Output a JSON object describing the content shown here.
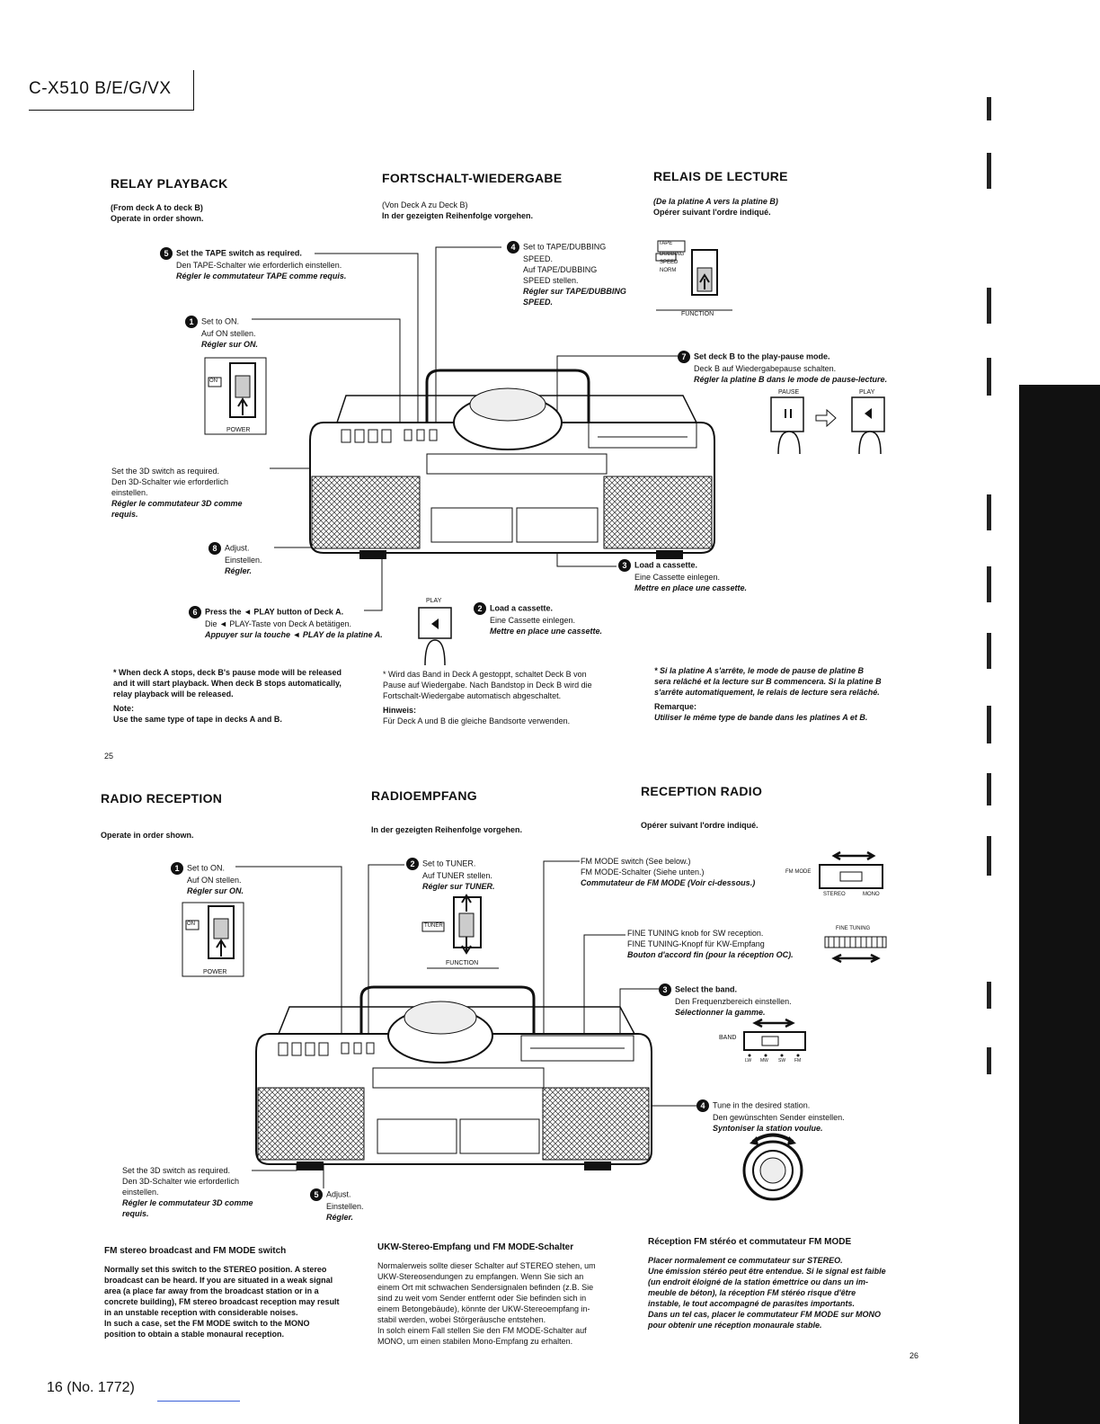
{
  "header": {
    "model": "C-X510 B/E/G/VX"
  },
  "relay": {
    "en_title": "RELAY PLAYBACK",
    "de_title": "FORTSCHALT-WIEDERGABE",
    "fr_title": "RELAIS DE LECTURE",
    "en_sub1": "(From deck A to deck B)",
    "en_sub2": "Operate in order shown.",
    "de_sub1": "(Von Deck A zu Deck B)",
    "de_sub2": "In der gezeigten Reihenfolge vorgehen.",
    "fr_sub1": "(De la platine A vers la platine B)",
    "fr_sub2": "Opérer suivant l'ordre indiqué.",
    "step5": {
      "num": "5",
      "en": "Set the TAPE switch as required.",
      "de": "Den TAPE-Schalter wie erforderlich einstellen.",
      "fr": "Régler le commutateur TAPE comme requis."
    },
    "step4": {
      "num": "4",
      "en1": "Set to TAPE/DUBBING",
      "en2": "SPEED.",
      "de1": "Auf TAPE/DUBBING",
      "de2": "SPEED stellen.",
      "fr1": "Régler sur TAPE/DUBBING",
      "fr2": "SPEED."
    },
    "step1": {
      "num": "1",
      "en": "Set to ON.",
      "de": "Auf ON stellen.",
      "fr": "Régler sur ON."
    },
    "step7": {
      "num": "7",
      "en": "Set deck B to the play-pause mode.",
      "de": "Deck B auf Wiedergabepause schalten.",
      "fr": "Régler la platine B dans le mode de pause-lecture."
    },
    "step3d": {
      "en": "Set the 3D switch as required.",
      "de1": "Den 3D-Schalter wie erforderlich",
      "de2": "einstellen.",
      "fr1": "Régler le commutateur 3D comme",
      "fr2": "requis."
    },
    "step8": {
      "num": "8",
      "en": "Adjust.",
      "de": "Einstellen.",
      "fr": "Régler."
    },
    "step3": {
      "num": "3",
      "en": "Load a cassette.",
      "de": "Eine Cassette einlegen.",
      "fr": "Mettre en place une cassette."
    },
    "step6": {
      "num": "6",
      "en": "Press the ◄ PLAY button of Deck A.",
      "de": "Die ◄ PLAY-Taste von Deck A betätigen.",
      "fr": "Appuyer sur la touche ◄ PLAY de la platine A."
    },
    "step2": {
      "num": "2",
      "en": "Load a cassette.",
      "de": "Eine Cassette einlegen.",
      "fr": "Mettre en place une cassette."
    },
    "labels": {
      "tape": "TAPE",
      "dubbing": "DUBBING",
      "speed": "SPEED",
      "norm": "NORM",
      "function": "FUNCTION",
      "on": "ON",
      "power": "POWER",
      "pause": "PAUSE",
      "play": "PLAY",
      "play2": "PLAY"
    },
    "note_en1": "* When deck A stops, deck B's pause mode will be released",
    "note_en2": "and it will start playback. When deck B stops automatically,",
    "note_en3": "relay playback will be released.",
    "note_en_h": "Note:",
    "note_en4": "Use the same type of tape in decks A and B.",
    "note_de1": "* Wird das Band in Deck A gestoppt, schaltet Deck B von",
    "note_de2": "Pause auf Wiedergabe. Nach Bandstop in Deck B wird die",
    "note_de3": "Fortschalt-Wiedergabe automatisch abgeschaltet.",
    "note_de_h": "Hinweis:",
    "note_de4": "Für Deck A und B die gleiche Bandsorte verwenden.",
    "note_fr1": "* Si la platine A s'arrête, le mode de pause de platine B",
    "note_fr2": "sera relâché et la lecture sur B commencera. Si la platine B",
    "note_fr3": "s'arrête automatiquement, le relais de lecture sera relâché.",
    "note_fr_h": "Remarque:",
    "note_fr4": "Utiliser le même type de bande dans les platines A et B.",
    "page_left": "25"
  },
  "radio": {
    "en_title": "RADIO RECEPTION",
    "de_title": "RADIOEMPFANG",
    "fr_title": "RECEPTION RADIO",
    "en_sub": "Operate in order shown.",
    "de_sub": "In der gezeigten Reihenfolge vorgehen.",
    "fr_sub": "Opérer suivant l'ordre indiqué.",
    "step1": {
      "num": "1",
      "en": "Set to ON.",
      "de": "Auf ON stellen.",
      "fr": "Régler sur ON."
    },
    "step2": {
      "num": "2",
      "en": "Set to TUNER.",
      "de": "Auf TUNER stellen.",
      "fr": "Régler sur TUNER."
    },
    "fmmode": {
      "en": "FM MODE switch (See below.)",
      "de": "FM MODE-Schalter (Siehe unten.)",
      "fr": "Commutateur de FM MODE (Voir ci-dessous.)"
    },
    "fine": {
      "en": "FINE TUNING knob for SW reception.",
      "de": "FINE TUNING-Knopf für KW-Empfang",
      "fr": "Bouton d'accord fin (pour la réception OC)."
    },
    "step3": {
      "num": "3",
      "en": "Select the band.",
      "de": "Den Frequenzbereich einstellen.",
      "fr": "Sélectionner la gamme."
    },
    "step4": {
      "num": "4",
      "en": "Tune in the desired station.",
      "de": "Den gewünschten Sender einstellen.",
      "fr": "Syntoniser la station voulue."
    },
    "step3d": {
      "en": "Set the 3D switch as required.",
      "de1": "Den 3D-Schalter wie erforderlich",
      "de2": "einstellen.",
      "fr1": "Régler le commutateur 3D comme",
      "fr2": "requis."
    },
    "step5": {
      "num": "5",
      "en": "Adjust.",
      "de": "Einstellen.",
      "fr": "Régler."
    },
    "labels": {
      "fm_mode": "FM MODE",
      "stereo": "STEREO",
      "mono": "MONO",
      "fine_tuning": "FINE TUNING",
      "band": "BAND",
      "lw": "LW",
      "mw": "MW",
      "sw": "SW",
      "fm": "FM",
      "tuner": "TUNER",
      "function": "FUNCTION",
      "on": "ON",
      "power": "POWER"
    },
    "fm_en_title": "FM stereo broadcast and FM MODE switch",
    "fm_en_body": [
      "Normally set this switch to the STEREO position. A stereo",
      "broadcast can be heard. If you are situated in a weak signal",
      "area (a place far away from the broadcast station or in a",
      "concrete building), FM stereo broadcast reception may result",
      "in an unstable reception with considerable noises.",
      "In such a case, set the FM MODE switch to the MONO",
      "position to obtain a stable monaural reception."
    ],
    "fm_de_title": "UKW-Stereo-Empfang und FM MODE-Schalter",
    "fm_de_body": [
      "Normalerweis sollte dieser Schalter auf STEREO stehen, um",
      "UKW-Stereosendungen zu empfangen. Wenn Sie sich an",
      "einem Ort mit schwachen Sendersignalen befinden (z.B. Sie",
      "sind zu weit vom Sender entfernt oder Sie befinden sich in",
      "einem Betongebäude), könnte der UKW-Stereoempfang in-",
      "stabil werden, wobei Störgeräusche entstehen.",
      "In solch einem Fall stellen Sie den FM MODE-Schalter auf",
      "MONO, um einen stabilen Mono-Empfang zu erhalten."
    ],
    "fm_fr_title": "Réception FM stéréo et commutateur FM MODE",
    "fm_fr_body": [
      "Placer normalement ce commutateur sur STEREO.",
      "Une émission stéréo peut être entendue. Si le signal est faible",
      "(un endroit éloigné de la station émettrice ou dans un im-",
      "meuble de béton), la réception FM stéréo risque d'être",
      "instable, le tout accompagné de parasites importants.",
      "Dans un tel cas, placer le commutateur FM MODE sur MONO",
      "pour obtenir une réception monaurale stable."
    ],
    "page_right": "26"
  },
  "footer": {
    "page": "16 (No. 1772)"
  }
}
